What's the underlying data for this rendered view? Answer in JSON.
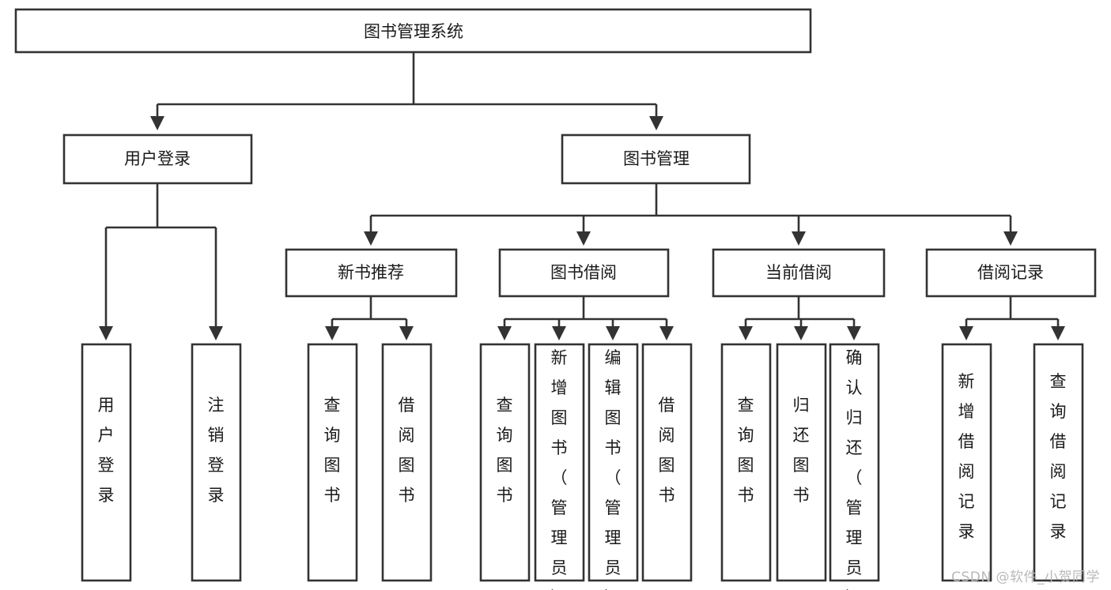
{
  "diagram": {
    "title": "图书管理系统",
    "type": "tree",
    "watermark": "CSDN @软件_小贺同学",
    "colors": {
      "stroke": "#333333",
      "fill": "#ffffff",
      "text": "#1a1a1a",
      "watermark": "#b9b9b9"
    },
    "nodes": {
      "root": {
        "label": "图书管理系统",
        "level": 1,
        "orientation": "horizontal"
      },
      "l2": [
        {
          "id": "user-login",
          "label": "用户登录",
          "level": 2,
          "orientation": "horizontal"
        },
        {
          "id": "book-manage",
          "label": "图书管理",
          "level": 2,
          "orientation": "horizontal"
        }
      ],
      "l3": [
        {
          "id": "new-book-recommend",
          "label": "新书推荐",
          "level": 3,
          "orientation": "horizontal"
        },
        {
          "id": "book-borrow",
          "label": "图书借阅",
          "level": 3,
          "orientation": "horizontal"
        },
        {
          "id": "current-borrow",
          "label": "当前借阅",
          "level": 3,
          "orientation": "horizontal"
        },
        {
          "id": "borrow-record",
          "label": "借阅记录",
          "level": 3,
          "orientation": "horizontal"
        }
      ],
      "leaves": {
        "user-login": [
          {
            "id": "leaf-user-login",
            "label": "用户登录"
          },
          {
            "id": "leaf-logout",
            "label": "注销登录"
          }
        ],
        "new-book-recommend": [
          {
            "id": "leaf-query-book-1",
            "label": "查询图书"
          },
          {
            "id": "leaf-borrow-book-1",
            "label": "借阅图书"
          }
        ],
        "book-borrow": [
          {
            "id": "leaf-query-book-2",
            "label": "查询图书"
          },
          {
            "id": "leaf-add-book",
            "label": "新增图书（管理员）"
          },
          {
            "id": "leaf-edit-book",
            "label": "编辑图书（管理员）"
          },
          {
            "id": "leaf-borrow-book-2",
            "label": "借阅图书"
          }
        ],
        "current-borrow": [
          {
            "id": "leaf-query-book-3",
            "label": "查询图书"
          },
          {
            "id": "leaf-return-book",
            "label": "归还图书"
          },
          {
            "id": "leaf-confirm-return",
            "label": "确认归还（管理员）"
          }
        ],
        "borrow-record": [
          {
            "id": "leaf-add-record",
            "label": "新增借阅记录"
          },
          {
            "id": "leaf-query-record",
            "label": "查询借阅记录"
          }
        ]
      }
    }
  }
}
